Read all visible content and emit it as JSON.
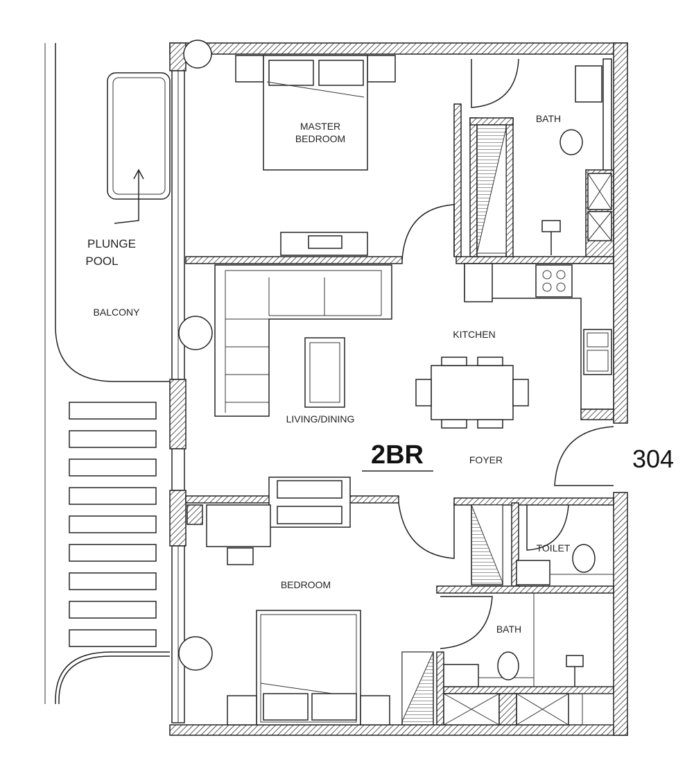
{
  "plan": {
    "unit_type": "2BR",
    "unit_number": "304",
    "rooms": {
      "master_bedroom": [
        "MASTER",
        "BEDROOM"
      ],
      "master_bath": "BATH",
      "plunge_pool": [
        "PLUNGE",
        "POOL"
      ],
      "balcony": "BALCONY",
      "kitchen": "KITCHEN",
      "living_dining": "LIVING/DINING",
      "foyer": "FOYER",
      "toilet": "TOILET",
      "bedroom": "BEDROOM",
      "bath": "BATH"
    }
  }
}
